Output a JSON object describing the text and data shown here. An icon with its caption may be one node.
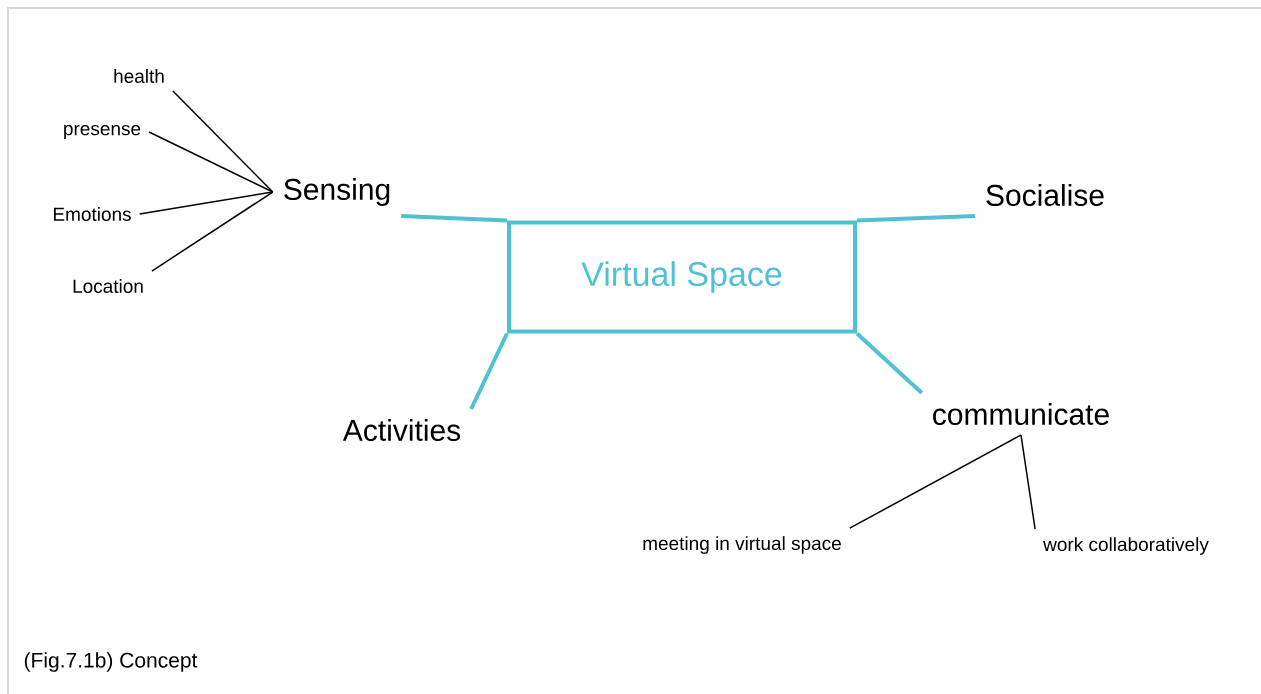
{
  "diagram": {
    "caption": "(Fig.7.1b) Concept",
    "nodes": [
      {
        "text": [
          "Virtual Space"
        ]
      },
      {
        "text": [
          "Sensing"
        ]
      },
      {
        "text": [
          "Socialise"
        ]
      },
      {
        "text": [
          "Activities"
        ]
      },
      {
        "text": [
          "communicate"
        ]
      },
      {
        "text": [
          "health"
        ]
      },
      {
        "text": [
          "presense"
        ]
      },
      {
        "text": [
          "Emotions"
        ]
      },
      {
        "text": [
          "Location"
        ]
      },
      {
        "text": [
          "meeting in virtual space"
        ]
      },
      {
        "text": [
          "work collaboratively"
        ]
      }
    ],
    "edges": [
      {
        "from": 0,
        "to": 1,
        "arrow": "none",
        "style": "thick",
        "color": "#4fc1d2"
      },
      {
        "from": 0,
        "to": 2,
        "arrow": "none",
        "style": "thick",
        "color": "#4fc1d2"
      },
      {
        "from": 0,
        "to": 3,
        "arrow": "none",
        "style": "thick",
        "color": "#4fc1d2"
      },
      {
        "from": 0,
        "to": 4,
        "arrow": "none",
        "style": "thick",
        "color": "#4fc1d2"
      },
      {
        "from": 5,
        "to": 1,
        "arrow": "none"
      },
      {
        "from": 6,
        "to": 1,
        "arrow": "none"
      },
      {
        "from": 7,
        "to": 1,
        "arrow": "none"
      },
      {
        "from": 8,
        "to": 1,
        "arrow": "none"
      },
      {
        "from": 4,
        "to": 9,
        "arrow": "none"
      },
      {
        "from": 4,
        "to": 10,
        "arrow": "none"
      }
    ]
  }
}
